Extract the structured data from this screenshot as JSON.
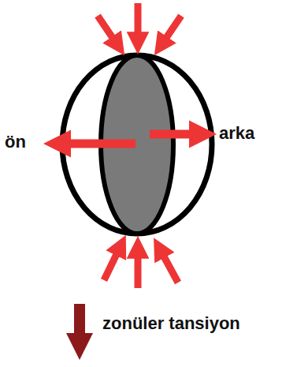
{
  "diagram": {
    "labels": [
      "ön",
      "arka"
    ],
    "legend": [
      {
        "text": "zonüler tansiyon"
      }
    ]
  }
}
